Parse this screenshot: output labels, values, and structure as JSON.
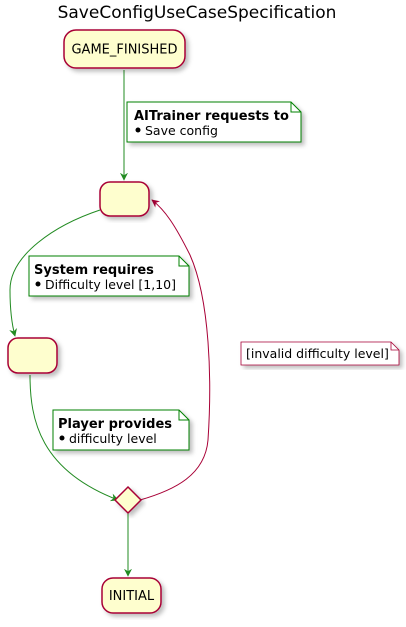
{
  "diagram": {
    "title": "SaveConfigUseCaseSpecification",
    "states": {
      "start": "GAME_FINISHED",
      "end": "INITIAL"
    },
    "notes": [
      {
        "title": "AITrainer requests to",
        "bullet": "Save config"
      },
      {
        "title": "System requires",
        "bullet": "Difficulty level [1,10]"
      },
      {
        "title": "Player provides",
        "bullet": "difficulty level"
      }
    ],
    "guard": "[invalid difficulty level]",
    "colors": {
      "state_fill": "#FEFECE",
      "state_border": "#A80036",
      "note_border": "#008000",
      "arrow_green": "#228B22",
      "arrow_red": "#A80036",
      "note_fill": "#FFFFFF"
    }
  }
}
